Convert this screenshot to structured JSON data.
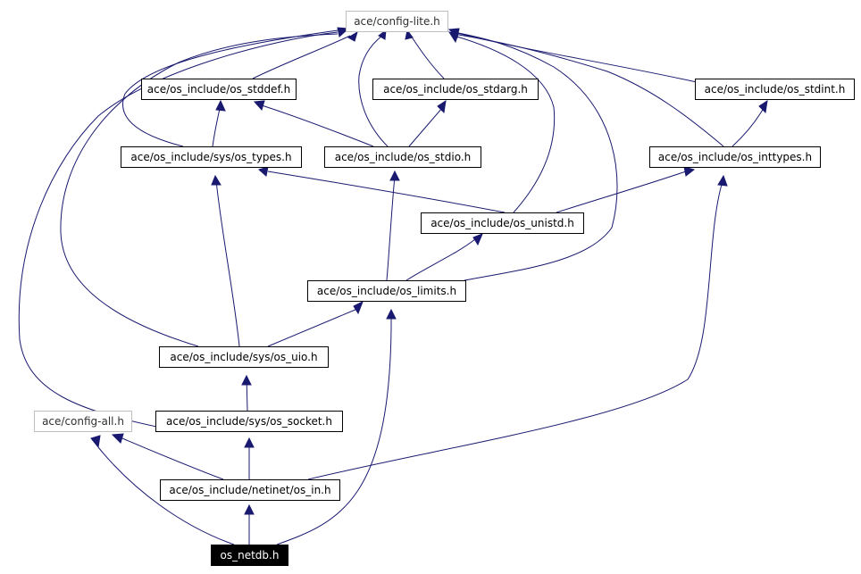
{
  "nodes": {
    "config_lite": "ace/config-lite.h",
    "stddef": "ace/os_include/os_stddef.h",
    "stdarg": "ace/os_include/os_stdarg.h",
    "stdint": "ace/os_include/os_stdint.h",
    "sys_types": "ace/os_include/sys/os_types.h",
    "stdio": "ace/os_include/os_stdio.h",
    "inttypes": "ace/os_include/os_inttypes.h",
    "unistd": "ace/os_include/os_unistd.h",
    "limits": "ace/os_include/os_limits.h",
    "sys_uio": "ace/os_include/sys/os_uio.h",
    "config_all": "ace/config-all.h",
    "sys_socket": "ace/os_include/sys/os_socket.h",
    "netinet_in": "ace/os_include/netinet/os_in.h",
    "netdb": "os_netdb.h"
  },
  "colors": {
    "edge": "#191970",
    "node_border": "#000000",
    "ghost_border": "#bfbfbf",
    "focus_fill": "#000000",
    "focus_text": "#ffffff"
  }
}
